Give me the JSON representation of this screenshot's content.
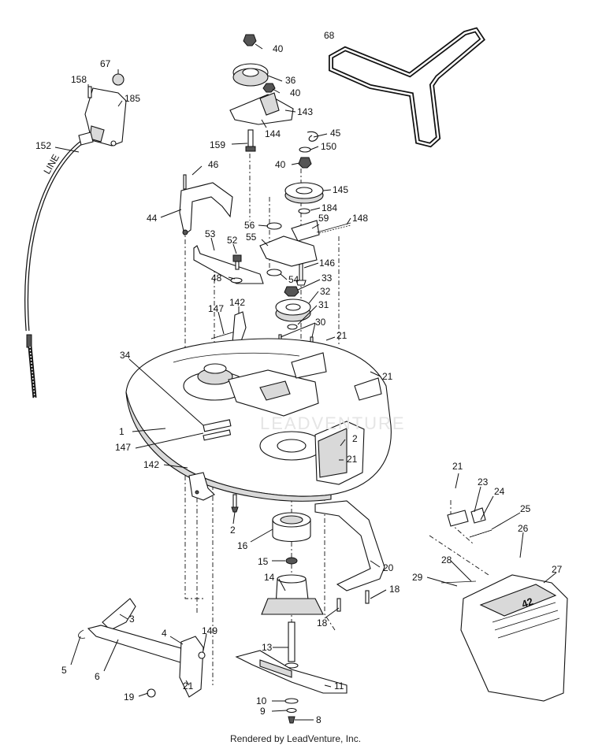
{
  "credit": "Rendered by LeadVenture, Inc.",
  "watermark": "LEADVENTURE",
  "cable_label": "LINE",
  "deck_shield_label": "42",
  "callouts": [
    {
      "id": "c67",
      "text": "67"
    },
    {
      "id": "c158",
      "text": "158"
    },
    {
      "id": "c185",
      "text": "185"
    },
    {
      "id": "c152",
      "text": "152"
    },
    {
      "id": "c40a",
      "text": "40"
    },
    {
      "id": "c36",
      "text": "36"
    },
    {
      "id": "c40b",
      "text": "40"
    },
    {
      "id": "c143",
      "text": "143"
    },
    {
      "id": "c144",
      "text": "144"
    },
    {
      "id": "c159",
      "text": "159"
    },
    {
      "id": "c68",
      "text": "68"
    },
    {
      "id": "c45",
      "text": "45"
    },
    {
      "id": "c150",
      "text": "150"
    },
    {
      "id": "c40c",
      "text": "40"
    },
    {
      "id": "c46",
      "text": "46"
    },
    {
      "id": "c145",
      "text": "145"
    },
    {
      "id": "c44",
      "text": "44"
    },
    {
      "id": "c184",
      "text": "184"
    },
    {
      "id": "c56",
      "text": "56"
    },
    {
      "id": "c148",
      "text": "148"
    },
    {
      "id": "c59",
      "text": "59"
    },
    {
      "id": "c53",
      "text": "53"
    },
    {
      "id": "c55",
      "text": "55"
    },
    {
      "id": "c52",
      "text": "52"
    },
    {
      "id": "c146",
      "text": "146"
    },
    {
      "id": "c48",
      "text": "48"
    },
    {
      "id": "c54",
      "text": "54"
    },
    {
      "id": "c33",
      "text": "33"
    },
    {
      "id": "c32",
      "text": "32"
    },
    {
      "id": "c142a",
      "text": "142"
    },
    {
      "id": "c31",
      "text": "31"
    },
    {
      "id": "c147a",
      "text": "147"
    },
    {
      "id": "c30",
      "text": "30"
    },
    {
      "id": "c34",
      "text": "34"
    },
    {
      "id": "c21a",
      "text": "21"
    },
    {
      "id": "c21b",
      "text": "21"
    },
    {
      "id": "c1",
      "text": "1"
    },
    {
      "id": "c147b",
      "text": "147"
    },
    {
      "id": "c2a",
      "text": "2"
    },
    {
      "id": "c21c",
      "text": "21"
    },
    {
      "id": "c142b",
      "text": "142"
    },
    {
      "id": "c21d",
      "text": "21"
    },
    {
      "id": "c23",
      "text": "23"
    },
    {
      "id": "c24",
      "text": "24"
    },
    {
      "id": "c25",
      "text": "25"
    },
    {
      "id": "c2b",
      "text": "2"
    },
    {
      "id": "c26",
      "text": "26"
    },
    {
      "id": "c16",
      "text": "16"
    },
    {
      "id": "c15",
      "text": "15"
    },
    {
      "id": "c28",
      "text": "28"
    },
    {
      "id": "c27",
      "text": "27"
    },
    {
      "id": "c20",
      "text": "20"
    },
    {
      "id": "c29",
      "text": "29"
    },
    {
      "id": "c14",
      "text": "14"
    },
    {
      "id": "c18a",
      "text": "18"
    },
    {
      "id": "c18b",
      "text": "18"
    },
    {
      "id": "c3",
      "text": "3"
    },
    {
      "id": "c4",
      "text": "4"
    },
    {
      "id": "c149",
      "text": "149"
    },
    {
      "id": "c13",
      "text": "13"
    },
    {
      "id": "c5",
      "text": "5"
    },
    {
      "id": "c6",
      "text": "6"
    },
    {
      "id": "c11",
      "text": "11"
    },
    {
      "id": "c19",
      "text": "19"
    },
    {
      "id": "c21e",
      "text": "21"
    },
    {
      "id": "c10",
      "text": "10"
    },
    {
      "id": "c9",
      "text": "9"
    },
    {
      "id": "c8",
      "text": "8"
    }
  ]
}
